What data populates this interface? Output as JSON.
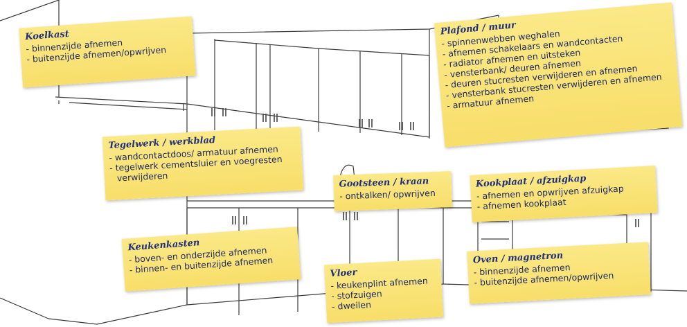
{
  "notes": {
    "koelkast": {
      "title": "Koelkast",
      "items": [
        "binnenzijde afnemen",
        "buitenzijde afnemen/opwrijven"
      ]
    },
    "plafond": {
      "title": "Plafond / muur",
      "items": [
        "spinnenwebben weghalen",
        "afnemen schakelaars en wandcontacten",
        "radiator afnemen en uitsteken",
        "vensterbank/ deuren afnemen",
        "deuren stucresten verwijderen en afnemen",
        "vensterbank stucresten verwijderen en afnemen",
        "armatuur afnemen"
      ]
    },
    "tegelwerk": {
      "title": "Tegelwerk / werkblad",
      "items": [
        "wandcontactdoos/ armatuur afnemen",
        "tegelwerk cementsluier en voegresten",
        "verwijderen"
      ]
    },
    "gootsteen": {
      "title": "Gootsteen / kraan",
      "items": [
        "ontkalken/ opwrijven"
      ]
    },
    "kookplaat": {
      "title": "Kookplaat / afzuigkap",
      "items": [
        "afnemen en opwrijven afzuigkap",
        "afnemen kookplaat"
      ]
    },
    "keukenkasten": {
      "title": "Keukenkasten",
      "items": [
        "boven- en onderzijde afnemen",
        "binnen- en buitenzijde afnemen"
      ]
    },
    "oven": {
      "title": "Oven / magnetron",
      "items": [
        "binnenzijde afnemen",
        "buitenzijde afnemen/opwrijven"
      ]
    },
    "vloer": {
      "title": "Vloer",
      "items": [
        "keukenplint afnemen",
        "stofzuigen",
        "dweilen"
      ]
    }
  }
}
